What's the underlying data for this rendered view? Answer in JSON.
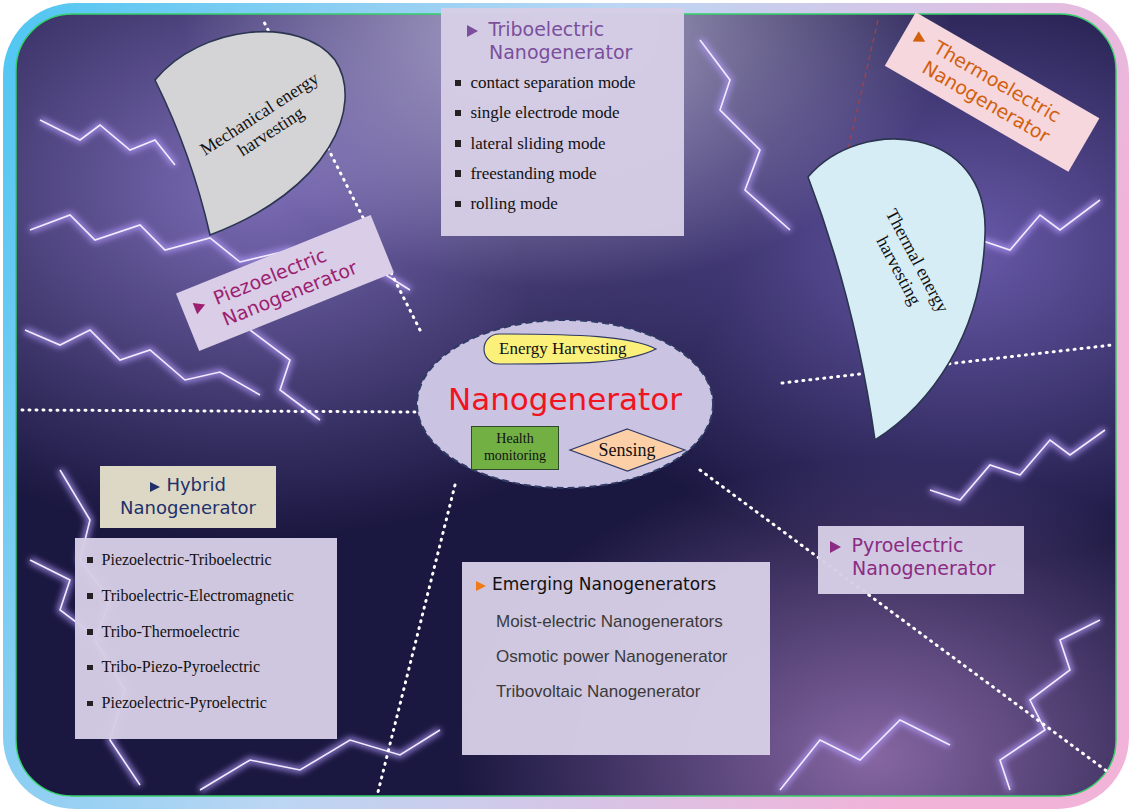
{
  "diagram": {
    "nodes": [
      {
        "text": [
          "Triboelectric Nanogenerator",
          "contact separation mode",
          "single electrode mode",
          "lateral sliding mode",
          "freestanding mode",
          "rolling mode"
        ]
      },
      {
        "text": [
          "Mechanical energy harvesting"
        ]
      },
      {
        "text": [
          "Thermoelectric Nanogenerator"
        ]
      },
      {
        "text": [
          "Thermal energy harvesting"
        ]
      },
      {
        "text": [
          "Piezoelectric Nanogenerator"
        ]
      },
      {
        "text": [
          "Nanogenerator"
        ]
      },
      {
        "text": [
          "Energy Harvesting"
        ],
        "in": 5
      },
      {
        "text": [
          "Health monitoring"
        ],
        "in": 5
      },
      {
        "text": [
          "Sensing"
        ],
        "in": 5
      },
      {
        "text": [
          "Hybrid Nanogenerator"
        ]
      },
      {
        "text": [
          "Piezoelectric-Triboelectric",
          "Triboelectric-Electromagnetic",
          "Tribo-Thermoelectric",
          "Tribo-Piezo-Pyroelectric",
          "Piezoelectric-Pyroelectric"
        ]
      },
      {
        "text": [
          "Pyroelectric Nanogenerator"
        ]
      },
      {
        "text": [
          "Emerging Nanogenerators",
          "Moist-electric Nanogenerators",
          "Osmotic power Nanogenerator",
          "Tribovoltaic Nanogenerator"
        ]
      }
    ]
  }
}
